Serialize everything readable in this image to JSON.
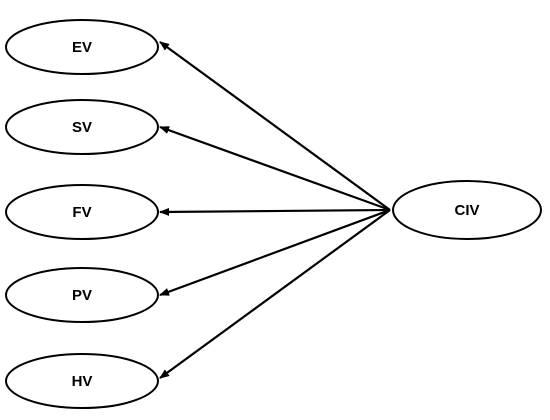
{
  "nodes": [
    {
      "id": "ev",
      "label": "EV"
    },
    {
      "id": "sv",
      "label": "SV"
    },
    {
      "id": "fv",
      "label": "FV"
    },
    {
      "id": "pv",
      "label": "PV"
    },
    {
      "id": "hv",
      "label": "HV"
    },
    {
      "id": "civ",
      "label": "CIV"
    }
  ],
  "edges": [
    {
      "from": "civ",
      "to": "ev"
    },
    {
      "from": "civ",
      "to": "sv"
    },
    {
      "from": "civ",
      "to": "fv"
    },
    {
      "from": "civ",
      "to": "pv"
    },
    {
      "from": "civ",
      "to": "hv"
    }
  ],
  "colors": {
    "stroke": "#000000",
    "fill": "#ffffff"
  }
}
